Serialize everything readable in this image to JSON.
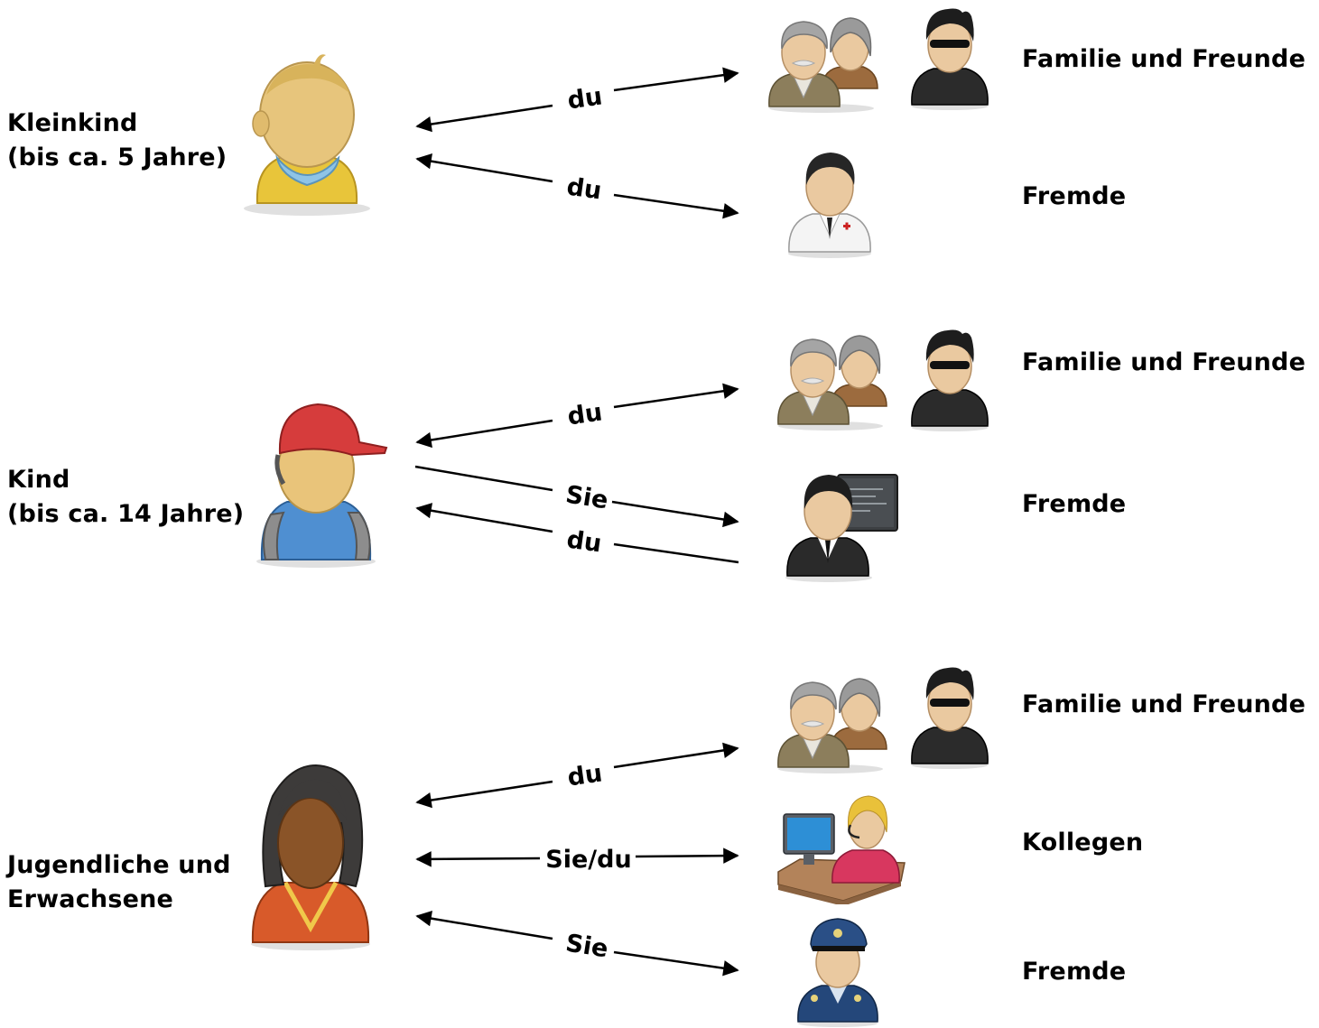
{
  "groups": [
    {
      "name_lines": [
        "Kleinkind",
        "(bis ca. 5 Jahre)"
      ],
      "relations": [
        {
          "target": "Familie und Freunde",
          "label": "du"
        },
        {
          "target": "Fremde",
          "label": "du"
        }
      ]
    },
    {
      "name_lines": [
        "Kind",
        "(bis ca. 14 Jahre)"
      ],
      "relations": [
        {
          "target": "Familie und Freunde",
          "label": "du"
        },
        {
          "target": "Fremde",
          "label_out": "Sie",
          "label_in": "du"
        }
      ]
    },
    {
      "name_lines": [
        "Jugendliche und",
        "Erwachsene"
      ],
      "relations": [
        {
          "target": "Familie und Freunde",
          "label": "du"
        },
        {
          "target": "Kollegen",
          "label": "Sie/du"
        },
        {
          "target": "Fremde",
          "label": "Sie"
        }
      ]
    }
  ],
  "icons": {
    "g1_person": "toddler-icon",
    "g2_person": "child-cap-icon",
    "g3_person": "woman-icon",
    "family": "elderly-couple-icon",
    "friend": "sunglasses-man-icon",
    "doctor": "doctor-icon",
    "teacher": "teacher-icon",
    "colleague": "office-worker-icon",
    "police": "police-officer-icon"
  }
}
